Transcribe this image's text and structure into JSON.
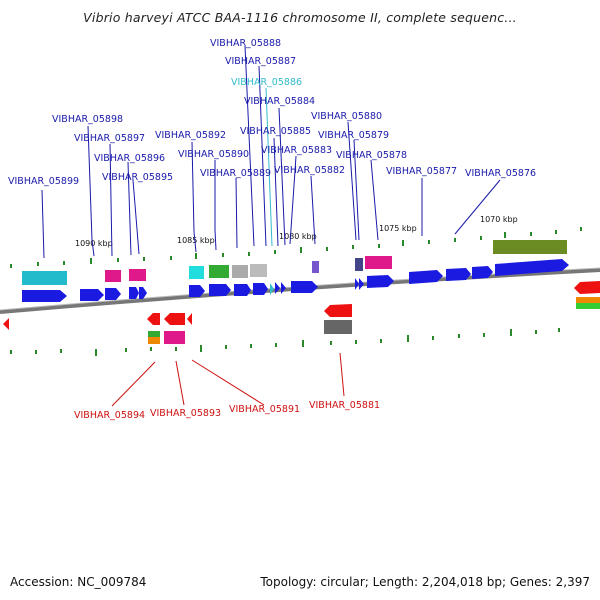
{
  "title": "Vibrio harveyi ATCC BAA-1116 chromosome II, complete sequenc...",
  "footer": {
    "accession": "Accession: NC_009784",
    "summary": "Topology: circular; Length: 2,204,018 bp; Genes: 2,397"
  },
  "scale_labels": [
    "1090 kbp",
    "1085 kbp",
    "1080 kbp",
    "1075 kbp",
    "1070 kbp"
  ],
  "colors": {
    "forward_label": "#1a1aaa",
    "reverse_label": "#cc1111",
    "highlight_label": "#33bbcc",
    "backbone": "#777777",
    "tick": "#2a8a2a"
  },
  "gene_labels": {
    "forward": [
      "VIBHAR_05899",
      "VIBHAR_05898",
      "VIBHAR_05897",
      "VIBHAR_05896",
      "VIBHAR_05895",
      "VIBHAR_05892",
      "VIBHAR_05890",
      "VIBHAR_05889",
      "VIBHAR_05888",
      "VIBHAR_05887",
      "VIBHAR_05886",
      "VIBHAR_05884",
      "VIBHAR_05885",
      "VIBHAR_05883",
      "VIBHAR_05882",
      "VIBHAR_05880",
      "VIBHAR_05879",
      "VIBHAR_05878",
      "VIBHAR_05877",
      "VIBHAR_05876"
    ],
    "reverse": [
      "VIBHAR_05894",
      "VIBHAR_05893",
      "VIBHAR_05891",
      "VIBHAR_05881"
    ]
  }
}
